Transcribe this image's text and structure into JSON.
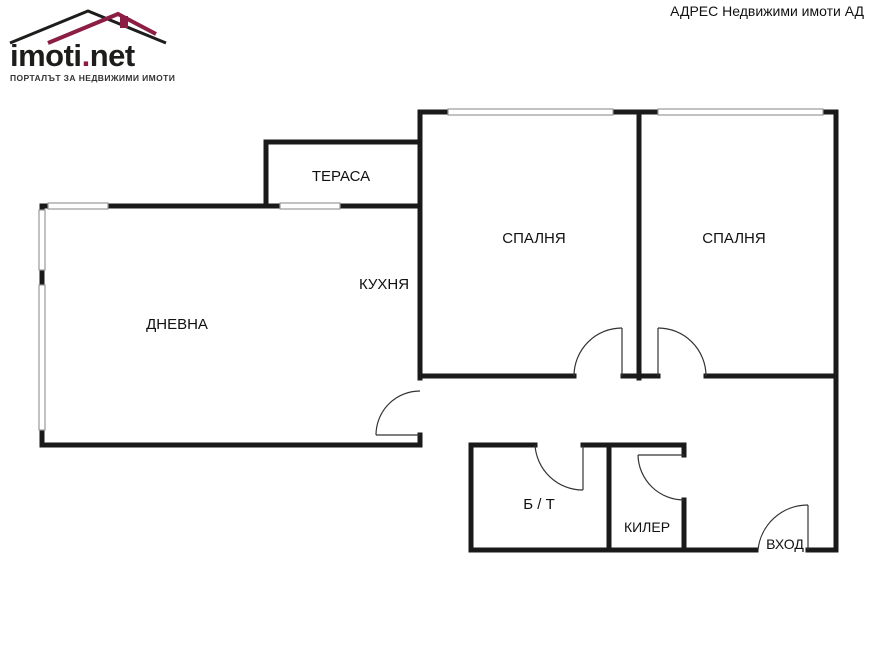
{
  "logo": {
    "name_main": "imoti",
    "name_dot": ".",
    "name_tld": "net",
    "tagline": "ПОРТАЛЪТ ЗА НЕДВИЖИМИ ИМОТИ",
    "accent_color": "#8c1d45"
  },
  "agency": "АДРЕС Недвижими имоти АД",
  "rooms": {
    "terrace": "ТЕРАСА",
    "bedroom_1": "СПАЛНЯ",
    "bedroom_2": "СПАЛНЯ",
    "kitchen": "КУХНЯ",
    "living": "ДНЕВНА",
    "bathroom": "Б / Т",
    "storage": "КИЛЕР",
    "entrance": "ВХОД"
  },
  "colors": {
    "wall": "#1a1a1a",
    "window": "#9a9a9a"
  }
}
